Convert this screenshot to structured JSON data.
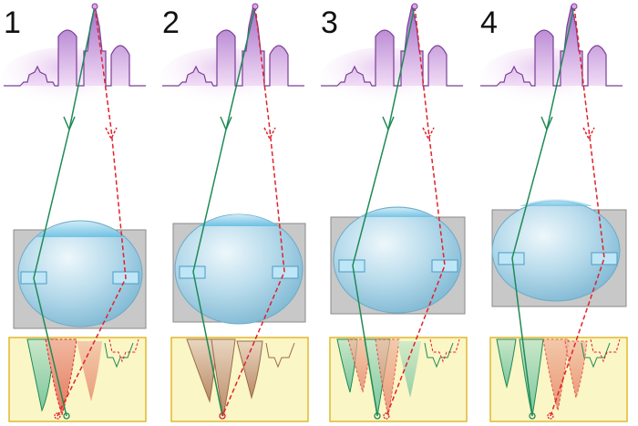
{
  "panels": [
    {
      "number": "1"
    },
    {
      "number": "2"
    },
    {
      "number": "3"
    },
    {
      "number": "4"
    }
  ],
  "colors": {
    "skyline_fill": "#b98fd0",
    "skyline_stroke": "#7a3f97",
    "solid_ray": "#1f8a56",
    "dashed_ray": "#e0222b",
    "lens": "#9fd3ea",
    "lens_box": "#c8c8c8",
    "retina": "#fbf6c6",
    "retina_border": "#e0b830"
  }
}
